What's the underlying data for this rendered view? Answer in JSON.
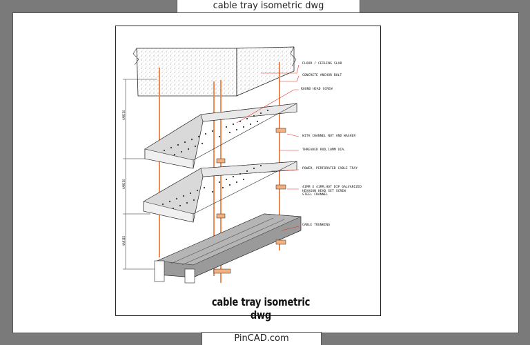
{
  "header": {
    "title": "cable tray isometric dwg"
  },
  "footer": {
    "site": "PinCAD.com"
  },
  "drawing": {
    "title": "cable tray isometric dwg",
    "callouts": [
      "FLOOR / CEILING SLAB",
      "CONCRETE ANCHOR BOLT",
      "ROUND HEAD SCREW",
      "WITH CHANNEL NUT AND WASHER",
      "THREADED ROD,10mm DIA.",
      "POWER, PERFORATED CABLE TRAY",
      "41mm x 41mm,HOT DIP GALVANIZED\nHEXAGON HEAD SET SCREW\nSTEEL CHANNEL",
      "CABLE TRUNKING"
    ],
    "dimensions": [
      "VARIES",
      "VARIES",
      "VARIES"
    ]
  },
  "colors": {
    "rod": "#f08a50",
    "tray_fill": "#d9d9d9",
    "trunking": "#888888"
  }
}
